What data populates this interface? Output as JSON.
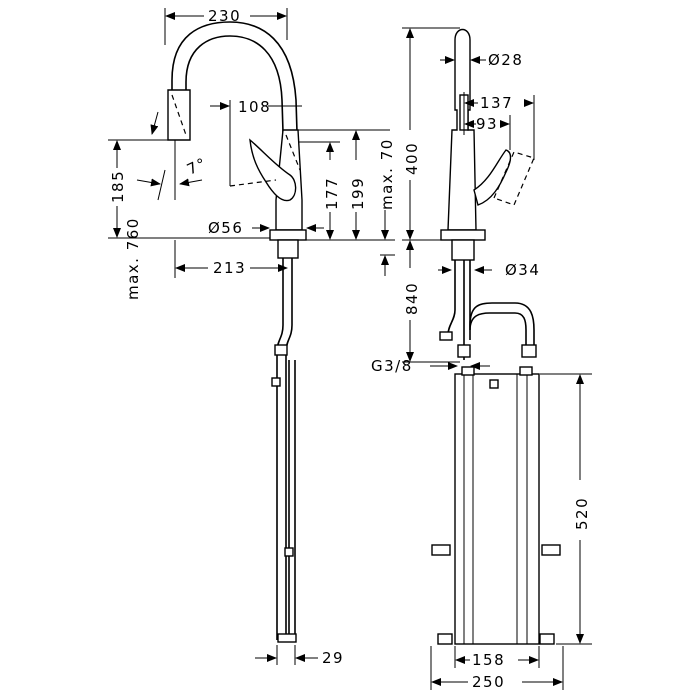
{
  "dimensions": {
    "spout_reach": "230",
    "swivel_height": "108",
    "tilt_angle": "7°",
    "height_185": "185",
    "max_760": "max. 760",
    "height_177": "177",
    "height_199": "199",
    "max_70": "max. 70",
    "diameter_56": "Ø56",
    "offset_213": "213",
    "hose_29": "29",
    "height_400": "400",
    "diameter_28": "Ø28",
    "lever_137": "137",
    "lever_93": "93",
    "diameter_34": "Ø34",
    "hose_840": "840",
    "thread_g38": "G3/8",
    "box_520": "520",
    "width_158": "158",
    "width_250": "250"
  }
}
